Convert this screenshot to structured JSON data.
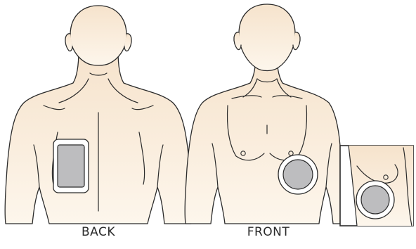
{
  "labels": {
    "back": "BACK",
    "front": "FRONT"
  },
  "colors": {
    "skin": "#fbeedd",
    "outline": "#2b2b2b",
    "pad_fill": "#bdbdbf",
    "pad_border": "#ffffff",
    "inset_background": "#ffffff"
  },
  "icons": {
    "back_pad": "rectangular-electrode-pad",
    "front_pad": "round-electrode-pad"
  }
}
